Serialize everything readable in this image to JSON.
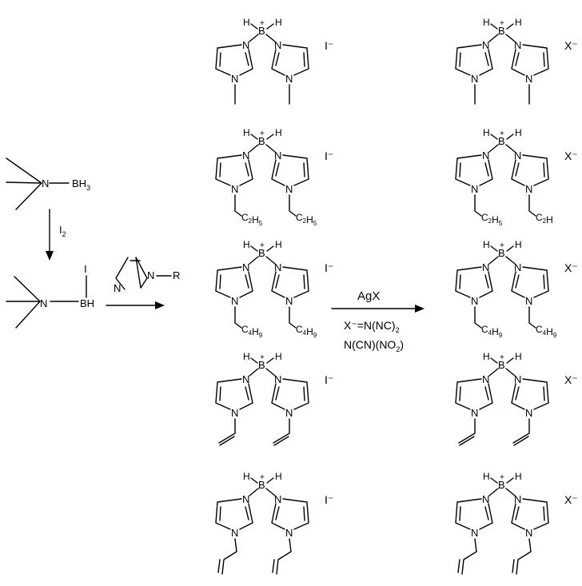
{
  "start": {
    "reagent_formula": "N—BH",
    "reagent_sub": "3",
    "arrow1_label": "I",
    "arrow1_sub": "2",
    "intermediate_n": "N",
    "intermediate_bh": "BH",
    "intermediate_i": "I"
  },
  "imidazole": {
    "atom_n1": "N",
    "atom_n3": "N",
    "substituent": "R"
  },
  "step2": {
    "reagent": "AgX",
    "condition_line1": "X⁻=N(NC)",
    "condition_line1_sub": "2",
    "condition_line2": "N(CN)(NO",
    "condition_line2_sub": "2",
    "condition_line2_tail": ")"
  },
  "cation": {
    "boron": "B",
    "boron_charge": "+",
    "hydrogen": "H",
    "nitrogen": "N"
  },
  "rows": [
    {
      "substituent": "",
      "left_anion": "I⁻",
      "right_anion": "X⁻"
    },
    {
      "substituent": "C2H5",
      "left_anion": "I⁻",
      "right_anion": "X⁻"
    },
    {
      "substituent": "C4H9",
      "left_anion": "I⁻",
      "right_anion": "X⁻"
    },
    {
      "substituent": "",
      "left_anion": "I⁻",
      "right_anion": "X⁻"
    },
    {
      "substituent": "",
      "left_anion": "I⁻",
      "right_anion": "X⁻"
    }
  ],
  "right_row2_alt_substituent": "C2H"
}
